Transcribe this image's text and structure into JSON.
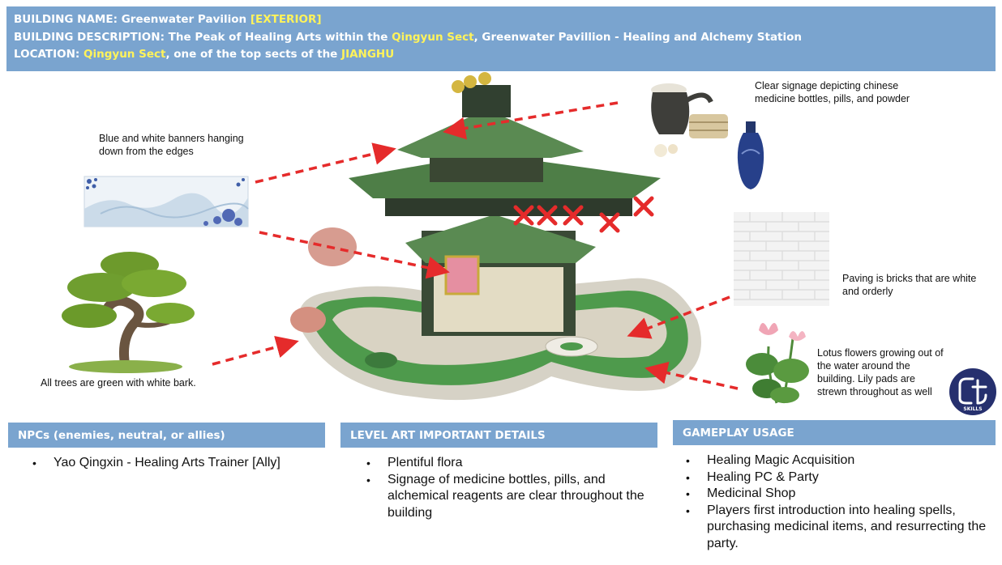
{
  "header": {
    "name_label": "BUILDING NAME:",
    "name_value": "Greenwater Pavilion",
    "name_tag": "[EXTERIOR]",
    "desc_label": "BUILDING DESCRIPTION:",
    "desc_pre": "The Peak of Healing Arts within the",
    "desc_highlight": "Qingyun Sect",
    "desc_post": ", Greenwater Pavillion  - Healing and Alchemy Station",
    "loc_label": "LOCATION:",
    "loc_highlight1": "Qingyun Sect",
    "loc_mid": ", one of the top sects of the",
    "loc_highlight2": "JIANGHU"
  },
  "annotations": {
    "banners": "Blue and white banners hanging down from the edges",
    "signage": "Clear signage depicting chinese medicine bottles, pills, and powder",
    "paving": "Paving is bricks that are white and orderly",
    "lotus": "Lotus flowers growing out of the water around the building. Lily pads are strewn throughout as well",
    "trees": "All trees are green with white bark."
  },
  "logo": {
    "text": "SKILLS"
  },
  "sections": {
    "npcs": {
      "title": "NPCs (enemies, neutral, or allies)",
      "items": [
        "Yao Qingxin - Healing Arts Trainer [Ally]"
      ]
    },
    "level_art": {
      "title": "LEVEL ART IMPORTANT DETAILS",
      "items": [
        "Plentiful flora",
        "Signage of medicine bottles, pills, and alchemical reagents are clear throughout the building"
      ]
    },
    "gameplay": {
      "title": "GAMEPLAY USAGE",
      "items": [
        "Healing Magic Acquisition",
        "Healing PC & Party",
        "Medicinal Shop",
        "Players first introduction into healing spells, purchasing medicinal items, and resurrecting the party."
      ]
    }
  },
  "colors": {
    "header_bg": "#7aa4cf",
    "highlight": "#fff35a",
    "arrow": "#e52b2b"
  }
}
